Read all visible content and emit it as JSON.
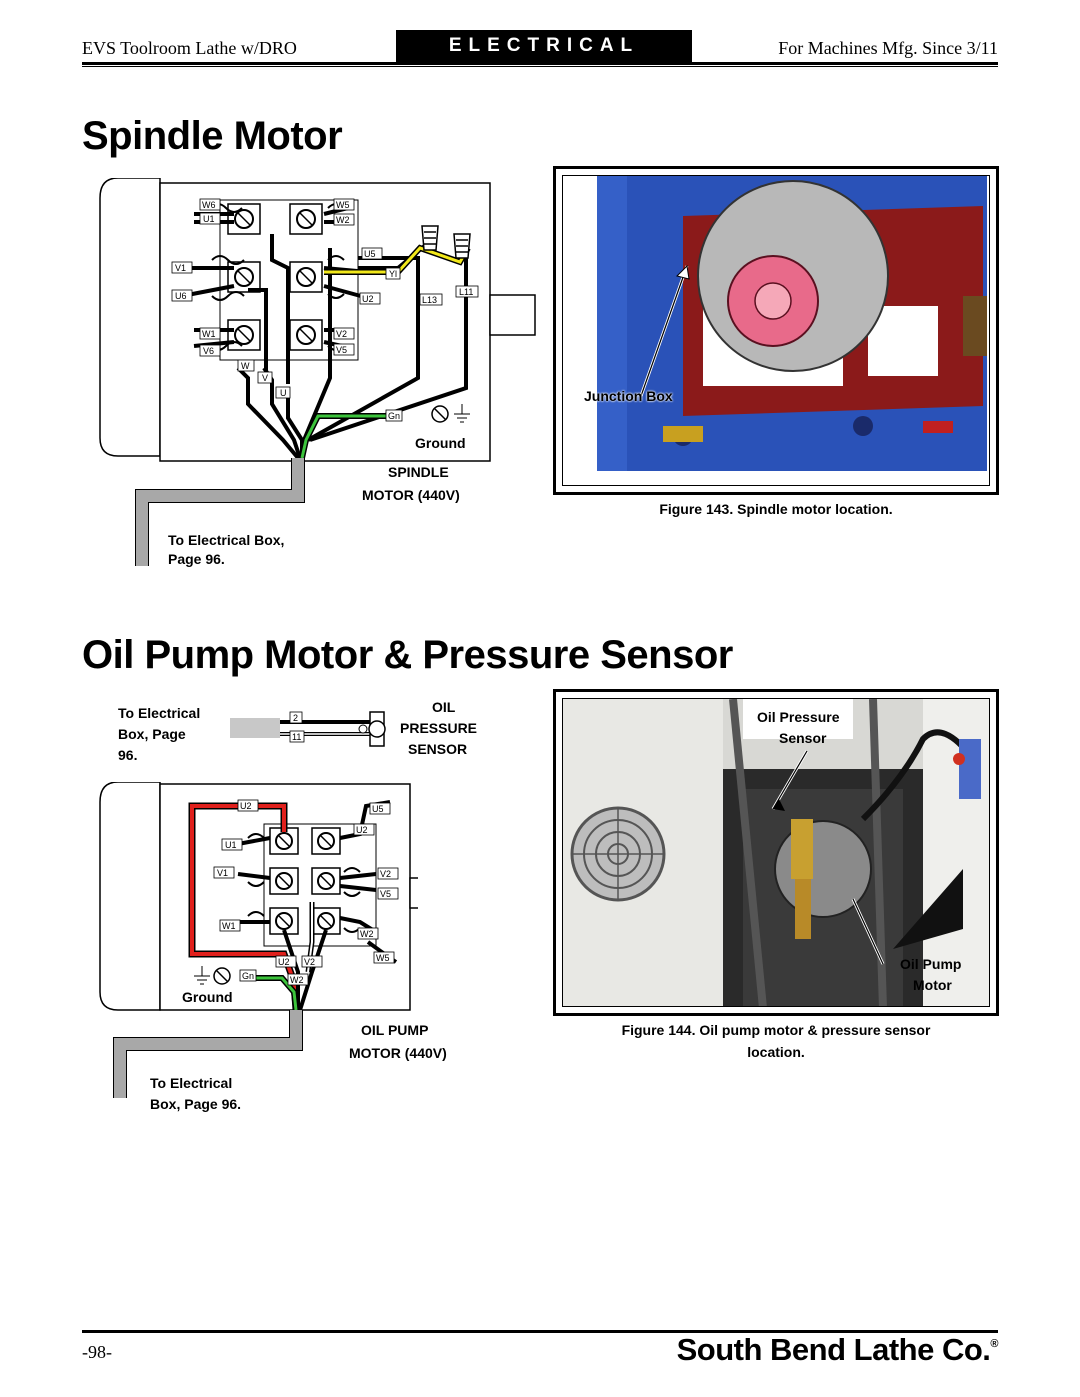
{
  "header": {
    "left": "EVS Toolroom Lathe w/DRO",
    "center": "ELECTRICAL",
    "right": "For Machines Mfg. Since 3/11"
  },
  "spindle": {
    "title": "Spindle Motor",
    "diagram": {
      "terminals": [
        "W6",
        "U1",
        "W5",
        "W2",
        "U5",
        "V1",
        "Yl",
        "U6",
        "U2",
        "L13",
        "L11",
        "W1",
        "V2",
        "V6",
        "V5",
        "W",
        "V",
        "U",
        "Gn"
      ],
      "ground_label": "Ground",
      "motor_label_1": "SPINDLE",
      "motor_label_2": "MOTOR (440V)",
      "to_box_1": "To Electrical Box,",
      "to_box_2": "Page 96."
    },
    "photo": {
      "callout": "Junction Box",
      "caption": "Figure 143. Spindle motor location."
    }
  },
  "oil": {
    "title": "Oil Pump Motor & Pressure Sensor",
    "sensor": {
      "to_box_1": "To Electrical",
      "to_box_2": "Box, Page",
      "to_box_3": "96.",
      "wire_top": "2",
      "wire_bottom": "11",
      "label_1": "OIL",
      "label_2": "PRESSURE",
      "label_3": "SENSOR"
    },
    "diagram": {
      "terminals": [
        "U2",
        "U5",
        "U2",
        "U1",
        "V1",
        "V2",
        "V5",
        "W1",
        "W2",
        "U2",
        "V2",
        "W5",
        "Gn",
        "W2"
      ],
      "ground_label": "Ground",
      "motor_label_1": "OIL PUMP",
      "motor_label_2": "MOTOR (440V)",
      "to_box_1": "To Electrical",
      "to_box_2": "Box, Page 96."
    },
    "photo": {
      "callout_top_1": "Oil Pressure",
      "callout_top_2": "Sensor",
      "callout_bottom_1": "Oil Pump",
      "callout_bottom_2": "Motor",
      "caption_1": "Figure 144. Oil pump motor & pressure sensor",
      "caption_2": "location."
    }
  },
  "footer": {
    "page": "-98-",
    "brand": "South Bend Lathe Co.",
    "reg": "®"
  },
  "colors": {
    "wire_red": "#e0201c",
    "wire_green": "#3cc43c",
    "wire_yellow": "#f2e81a",
    "frame_blue": "#2a52b8",
    "pulley_red": "#8b1a1a",
    "pulley_pink": "#e86a8a"
  }
}
